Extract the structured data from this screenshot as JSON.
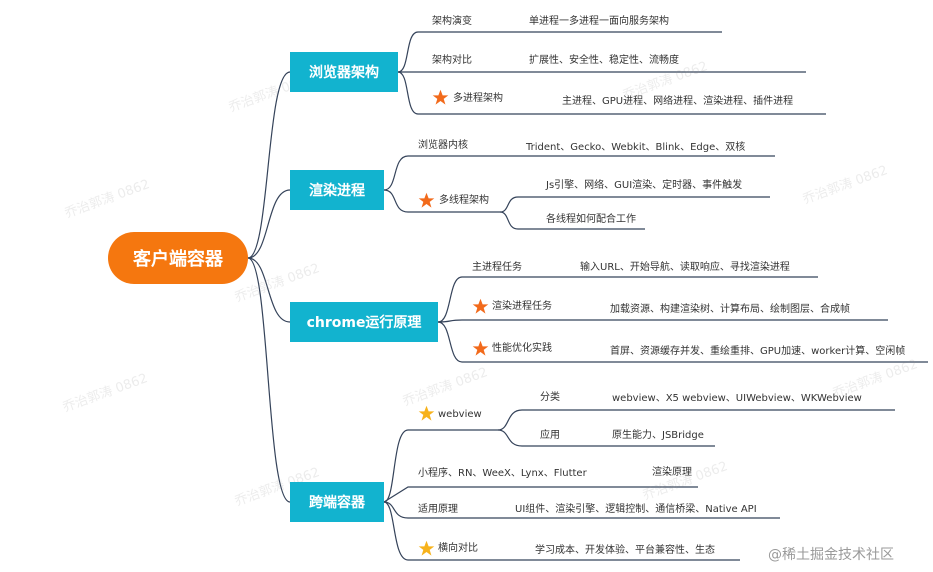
{
  "root": "客户端容器",
  "branches": [
    {
      "label": "浏览器架构",
      "items": [
        {
          "label": "架构演变",
          "value": "单进程一多进程一面向服务架构"
        },
        {
          "label": "架构对比",
          "value": "扩展性、安全性、稳定性、流畅度"
        },
        {
          "label": "多进程架构",
          "value": "主进程、GPU进程、网络进程、渲染进程、插件进程"
        }
      ]
    },
    {
      "label": "渲染进程",
      "items": [
        {
          "label": "浏览器内核",
          "value": "Trident、Gecko、Webkit、Blink、Edge、双核"
        },
        {
          "label": "多线程架构",
          "values": [
            "Js引擎、网络、GUI渲染、定时器、事件触发",
            "各线程如何配合工作"
          ]
        }
      ]
    },
    {
      "label": "chrome运行原理",
      "items": [
        {
          "label": "主进程任务",
          "value": "输入URL、开始导航、读取响应、寻找渲染进程"
        },
        {
          "label": "渲染进程任务",
          "value": "加载资源、构建渲染树、计算布局、绘制图层、合成帧"
        },
        {
          "label": "性能优化实践",
          "value": "首屏、资源缓存并发、重绘重排、GPU加速、worker计算、空闲帧"
        }
      ]
    },
    {
      "label": "跨端容器",
      "items": [
        {
          "label": "webview",
          "children": [
            {
              "label": "分类",
              "value": "webview、X5 webview、UIWebview、WKWebview"
            },
            {
              "label": "应用",
              "value": "原生能力、JSBridge"
            }
          ]
        },
        {
          "label": "小程序、RN、WeeX、Lynx、Flutter",
          "value": "渲染原理"
        },
        {
          "label": "适用原理",
          "value": "UI组件、渲染引擎、逻辑控制、通信桥梁、Native API"
        },
        {
          "label": "横向对比",
          "value": "学习成本、开发体验、平台兼容性、生态"
        }
      ]
    }
  ],
  "credit": "@稀土掘金技术社区",
  "watermark": "乔治郭涛 0862",
  "colors": {
    "root": "#f5770f",
    "branch": "#12b3cf",
    "line": "#35435a",
    "star": "#f26a1b",
    "star_alt": "#f7b21b"
  }
}
